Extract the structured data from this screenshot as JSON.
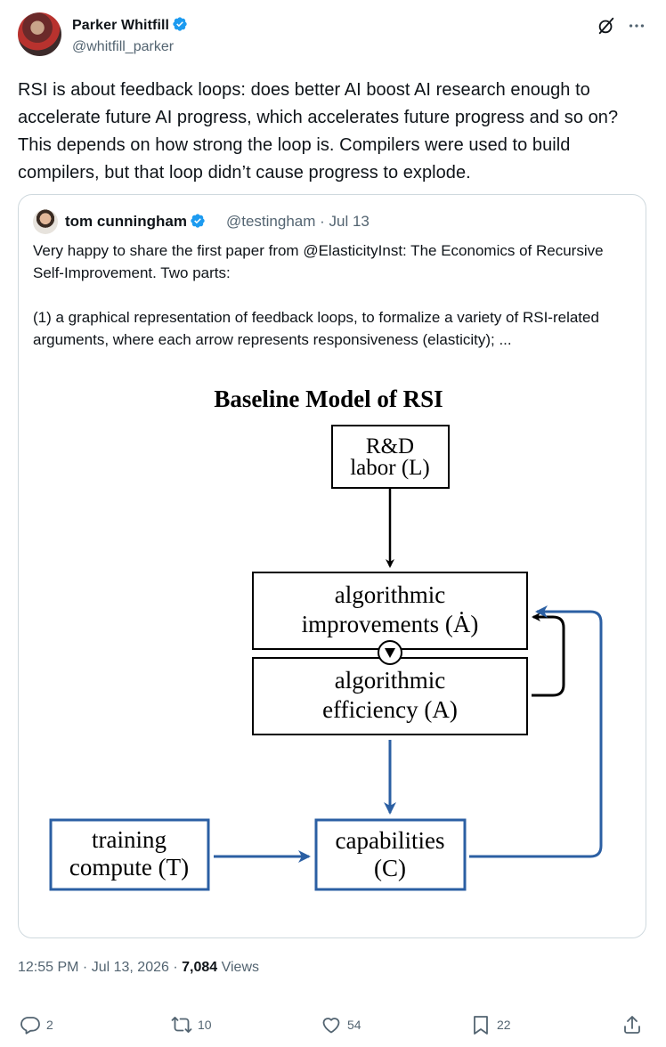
{
  "author": {
    "name": "Parker Whitfill",
    "handle": "@whitfill_parker",
    "verified": true
  },
  "post": {
    "text": "RSI is about feedback loops: does better AI boost AI research enough to accelerate future AI progress, which accelerates future progress and so on? This depends on how strong the loop is. Compilers were used to build compilers, but that loop didn’t cause progress to explode."
  },
  "quote": {
    "name": "tom cunningham",
    "handle_date": "@testingham · Jul 13",
    "paragraph1": "Very happy to share the first paper from @ElasticityInst: The Economics of Recursive Self-Improvement. Two parts:",
    "paragraph2": "(1) a graphical representation of feedback loops, to formalize a variety of RSI-related arguments, where each arrow represents responsiveness (elasticity); ...",
    "figure": {
      "title": "Baseline Model of RSI",
      "rd_line1": "R&D",
      "rd_line2": "labor (L)",
      "alg_imp_line1": "algorithmic",
      "alg_imp_line2": "improvements (Ȧ)",
      "alg_eff_line1": "algorithmic",
      "alg_eff_line2": "efficiency (A)",
      "training_line1": "training",
      "training_line2": "compute (T)",
      "cap_line1": "capabilities",
      "cap_line2": "(C)",
      "colors": {
        "blue": "#2b5fa3",
        "black": "#000000"
      }
    }
  },
  "meta": {
    "time": "12:55 PM · Jul 13, 2026 · ",
    "views_count": "7,084",
    "views_label": " Views"
  },
  "actions": {
    "replies": "2",
    "reposts": "10",
    "likes": "54",
    "bookmarks": "22"
  },
  "icons": [
    "verified-badge-icon",
    "grok-icon",
    "more-icon",
    "reply-icon",
    "repost-icon",
    "like-icon",
    "bookmark-icon",
    "share-icon"
  ],
  "colors": {
    "accent": "#1d9bf0",
    "muted": "#536471",
    "text": "#0f1419",
    "border": "#cfd9de"
  }
}
